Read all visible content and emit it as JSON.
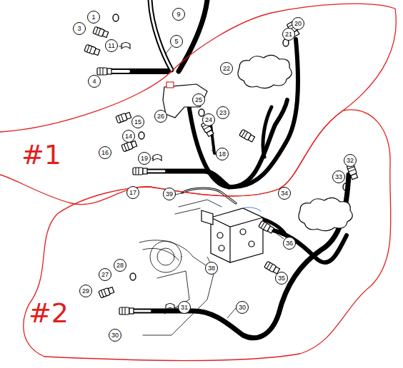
{
  "diagram": {
    "nodes": [
      {
        "text": [
          "#1"
        ]
      },
      {
        "text": [
          "#2"
        ]
      }
    ],
    "labels": [
      "1",
      "9",
      "3",
      "11",
      "5",
      "20",
      "21",
      "4",
      "22",
      "25",
      "26",
      "24",
      "15",
      "23",
      "14",
      "16",
      "19",
      "18",
      "32",
      "17",
      "33",
      "39",
      "34",
      "36",
      "28",
      "27",
      "38",
      "35",
      "29",
      "31",
      "30",
      "30"
    ]
  }
}
